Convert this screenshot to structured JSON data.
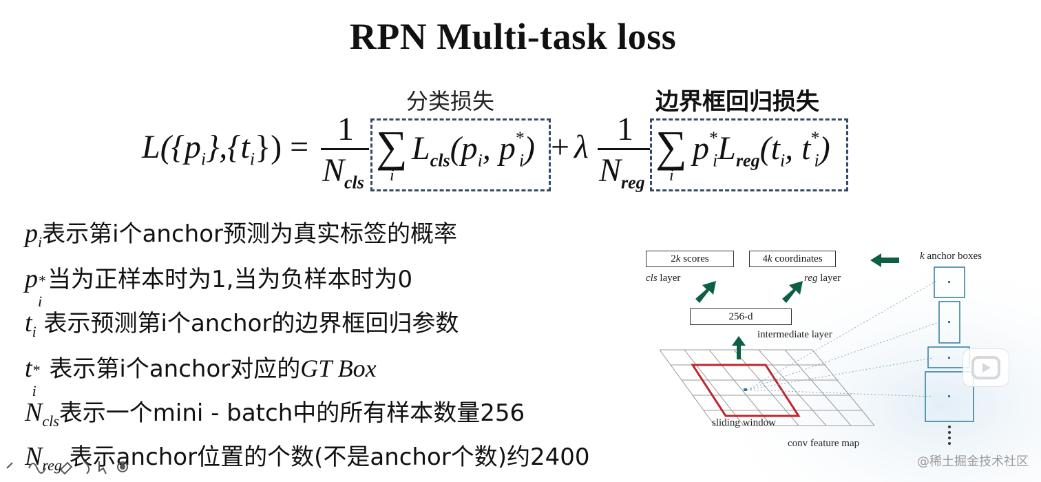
{
  "title": "RPN Multi-task loss",
  "labels": {
    "cls_loss": "分类损失",
    "reg_loss": "边界框回归损失"
  },
  "formula": {
    "lhs_prefix": "L({p",
    "lhs_i1": "i",
    "lhs_mid": "},{t",
    "lhs_i2": "i",
    "lhs_suffix": "}) =",
    "frac1_num": "1",
    "frac1_den": "N",
    "frac1_den_sub": "cls",
    "sum_sym": "∑",
    "sum_idx": "i",
    "term1": "L",
    "term1_sub": "cls",
    "term1_args": "(p",
    "term1_ai": "i",
    "term1_comma": ", p",
    "term1_star": "*",
    "term1_si": "i",
    "term1_close": ")",
    "plus": "+",
    "lambda": "λ",
    "frac2_num": "1",
    "frac2_den": "N",
    "frac2_den_sub": "reg",
    "sum2_sym": "∑",
    "sum2_idx": "i",
    "term2_p": "p",
    "term2_star": "*",
    "term2_i": "i",
    "term2_L": "L",
    "term2_sub": "reg",
    "term2_args": "(t",
    "term2_ai": "i",
    "term2_comma": ", t",
    "term2_star2": "*",
    "term2_i2": "i",
    "term2_close": ")"
  },
  "definitions": [
    {
      "sym": "p",
      "sub": "i",
      "sup": "",
      "text": "表示第i个anchor预测为真实标签的概率"
    },
    {
      "sym": "p",
      "sub": "i",
      "sup": "*",
      "text": "当为正样本时为1,当为负样本时为0"
    },
    {
      "sym": "t",
      "sub": "i",
      "sup": "",
      "text": " 表示预测第i个anchor的边界框回归参数"
    },
    {
      "sym": "t",
      "sub": "i",
      "sup": "*",
      "text": " 表示第i个anchor对应的",
      "tail": "GT Box"
    },
    {
      "sym": "N",
      "sub": "cls",
      "sup": "",
      "text": "表示一个mini - batch中的所有样本数量256"
    },
    {
      "sym": "N",
      "sub": "reg",
      "sup": "",
      "text": " 表示anchor位置的个数(不是anchor个数)约2400"
    }
  ],
  "diagram": {
    "scores_box_k": "2",
    "scores_box_italic": "k",
    "scores_box_rest": " scores",
    "coords_box_k": "4",
    "coords_box_italic": "k",
    "coords_box_rest": " coordinates",
    "cls_layer_italic": "cls",
    "cls_layer_rest": " layer",
    "reg_layer_italic": "reg",
    "reg_layer_rest": " layer",
    "anchor_italic": "k",
    "anchor_rest": " anchor boxes",
    "mid_box": "256-d",
    "intermediate": "intermediate layer",
    "sliding": "sliding window",
    "feature_map": "conv feature map",
    "colors": {
      "arrow": "#0d5e45",
      "window": "#c0262b",
      "anchor": "#2a7a9a"
    }
  },
  "watermark": "@稀土掘金技术社区"
}
